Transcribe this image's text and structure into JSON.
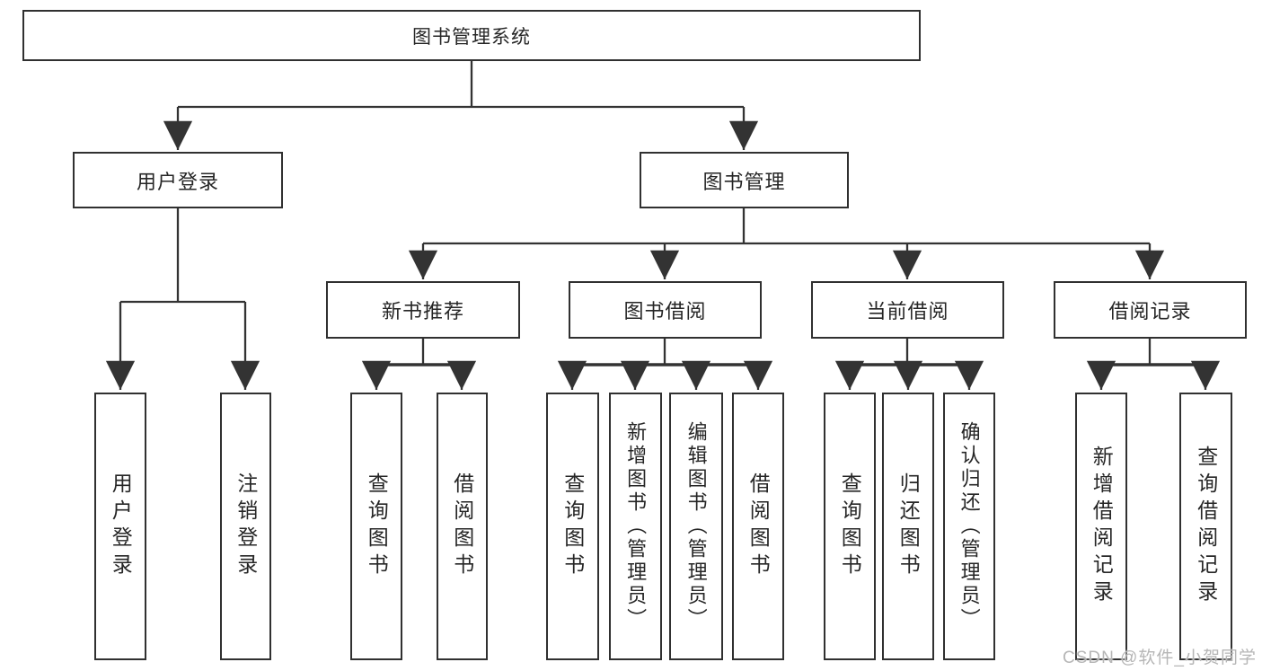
{
  "diagram": {
    "colors": {
      "line": "#333333",
      "box_border": "#303030",
      "text": "#262626",
      "watermark": "#b6b6b6",
      "background": "#ffffff"
    },
    "root": {
      "label": "图书管理系统"
    },
    "level2": {
      "user_login": {
        "label": "用户登录"
      },
      "book_management": {
        "label": "图书管理"
      }
    },
    "level3": {
      "new_book_recommend": {
        "label": "新书推荐"
      },
      "book_borrow": {
        "label": "图书借阅"
      },
      "current_borrow": {
        "label": "当前借阅"
      },
      "borrow_records": {
        "label": "借阅记录"
      }
    },
    "leaves": {
      "user_login": [
        {
          "label": "用户登录"
        },
        {
          "label": "注销登录"
        }
      ],
      "new_book_recommend": [
        {
          "label": "查询图书"
        },
        {
          "label": "借阅图书"
        }
      ],
      "book_borrow": [
        {
          "label": "查询图书"
        },
        {
          "label": "新增图书（管理员）"
        },
        {
          "label": "编辑图书（管理员）"
        },
        {
          "label": "借阅图书"
        }
      ],
      "current_borrow": [
        {
          "label": "查询图书"
        },
        {
          "label": "归还图书"
        },
        {
          "label": "确认归还（管理员）"
        }
      ],
      "borrow_records": [
        {
          "label": "新增借阅记录"
        },
        {
          "label": "查询借阅记录"
        }
      ]
    },
    "watermark": "CSDN @软件_小贺同学"
  }
}
